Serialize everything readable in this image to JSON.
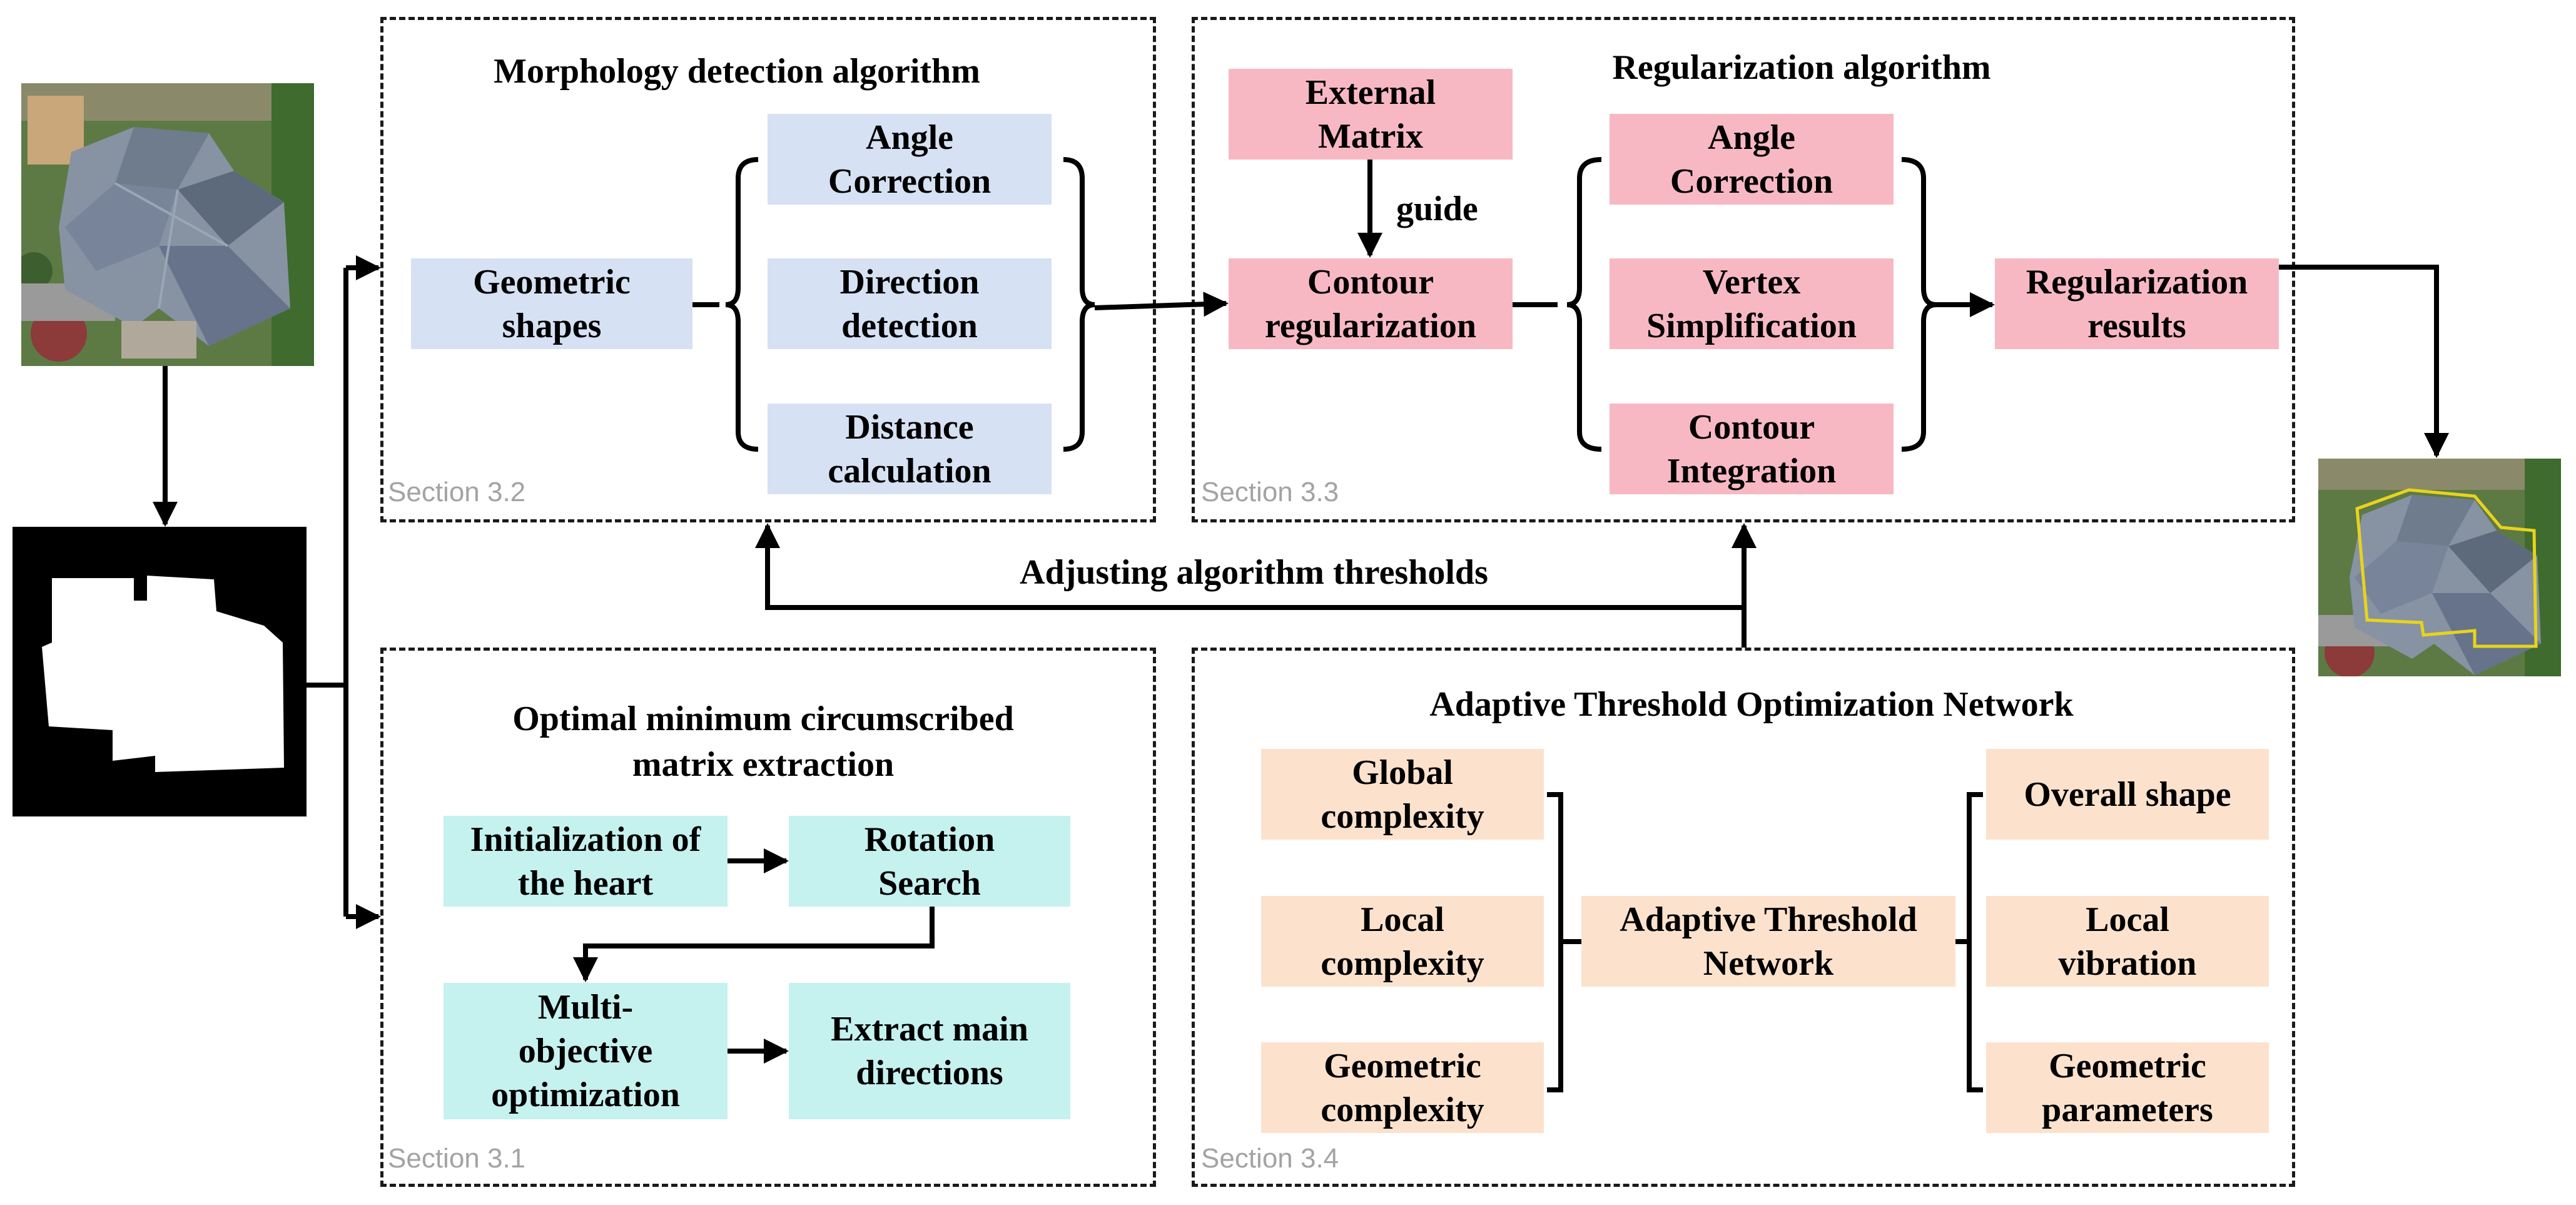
{
  "sections": {
    "s31": {
      "title": "Optimal minimum circumscribed matrix extraction",
      "label": "Section 3.1"
    },
    "s32": {
      "title": "Morphology detection algorithm",
      "label": "Section 3.2"
    },
    "s33": {
      "title": "Regularization algorithm",
      "label": "Section 3.3"
    },
    "s34": {
      "title": "Adaptive Threshold Optimization Network",
      "label": "Section 3.4"
    }
  },
  "boxes": {
    "geometric_shapes": "Geometric shapes",
    "angle_correction_1": "Angle Correction",
    "direction_detection": "Direction detection",
    "distance_calculation": "Distance calculation",
    "external_matrix": "External Matrix",
    "contour_regularization": "Contour regularization",
    "angle_correction_2": "Angle Correction",
    "vertex_simplification": "Vertex Simplification",
    "contour_integration": "Contour Integration",
    "regularization_results": "Regularization results",
    "initialization_heart": "Initialization of the heart",
    "rotation_search": "Rotation Search",
    "multi_objective": "Multi-objective optimization",
    "extract_directions": "Extract main directions",
    "global_complexity": "Global complexity",
    "local_complexity": "Local complexity",
    "geometric_complexity": "Geometric complexity",
    "adaptive_network": "Adaptive Threshold Network",
    "overall_shape": "Overall shape",
    "local_vibration": "Local vibration",
    "geometric_parameters": "Geometric parameters"
  },
  "labels": {
    "guide": "guide",
    "adjusting": "Adjusting algorithm thresholds"
  },
  "colors": {
    "blue": "#d6e1f3",
    "pink": "#f7b8c4",
    "cyan": "#c5f1ef",
    "peach": "#fce2cd",
    "line": "#000000",
    "dash": "#1a1a1a",
    "section_label": "#a3a3a3"
  }
}
